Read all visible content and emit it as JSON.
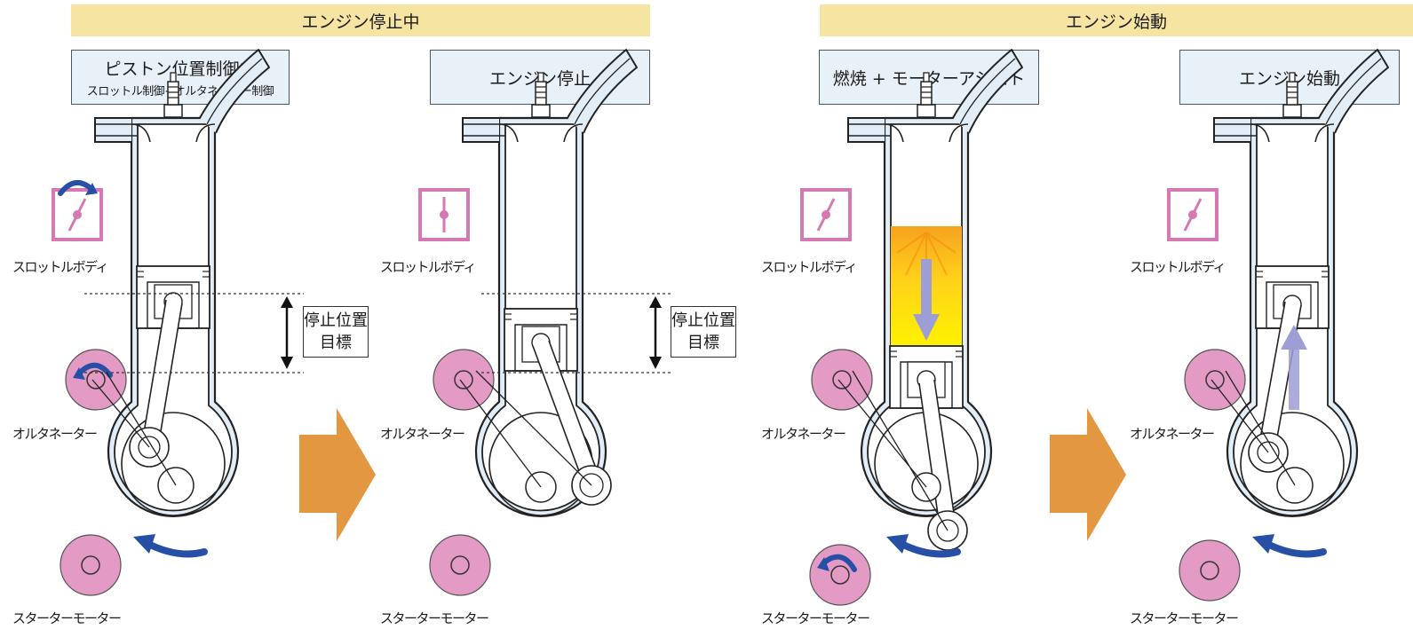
{
  "headers": {
    "stop": "エンジン停止中",
    "start": "エンジン始動"
  },
  "states": {
    "piston_control": {
      "title": "ピストン位置制御中",
      "detail": "スロットル制御+オルタネーター制御"
    },
    "engine_stop": "エンジン停止",
    "combustion_assist": "燃焼 + モーターアシスト",
    "engine_start": "エンジン始動"
  },
  "target_label": [
    "停止位置",
    "目標"
  ],
  "component_labels": {
    "throttle_body": "スロットルボディ",
    "alternator": "オルタネーター",
    "starter_motor": "スターターモーター"
  },
  "colors": {
    "header_fill": "#f6e4a2",
    "state_box_fill": "#e8f1f8",
    "cylinder_fill": "#e3edf6",
    "pulley_pink": "#e39ac4",
    "throttle_pink": "#d678b4",
    "rotation_arrow_blue": "#284fa6",
    "flow_arrow_orange": "#e39740",
    "combustion_yellow": "#fff200",
    "combustion_orange": "#f6a21e",
    "piston_motion_lavender": "#9d9ed6"
  },
  "icons": {
    "throttle_body": "throttle-valve-icon",
    "alternator": "alternator-pulley-icon",
    "starter_motor": "starter-pulley-icon",
    "spark_plug": "spark-plug-icon",
    "rotation": "rotation-arrow-icon",
    "stage_transition": "right-arrow-icon"
  }
}
